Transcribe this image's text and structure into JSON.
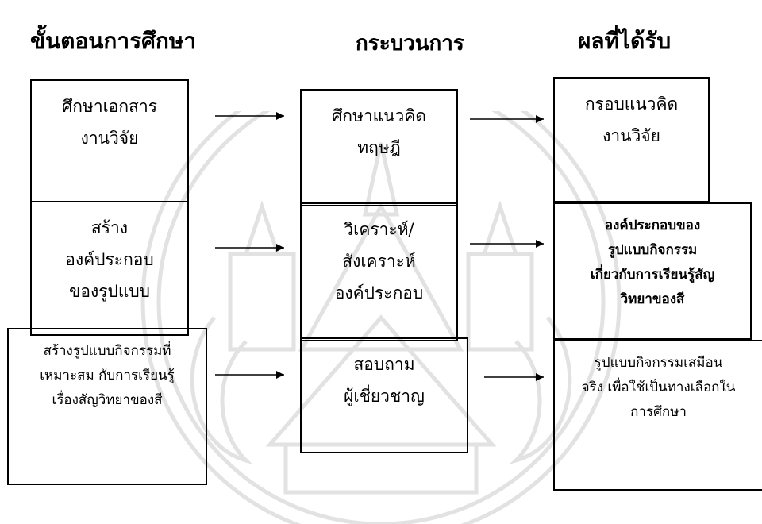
{
  "headers": {
    "steps": "ขั้นตอนการศึกษา",
    "process": "กระบวนการ",
    "results": "ผลที่ได้รับ"
  },
  "steps": [
    {
      "lines": [
        "ศึกษาเอกสาร",
        "งานวิจัย"
      ]
    },
    {
      "lines": [
        "สร้าง",
        "องค์ประกอบ",
        "ของรูปแบบ"
      ]
    },
    {
      "lines": [
        "สร้างรูปแบบกิจกรรมที่",
        "เหมาะสม กับการเรียนรู้",
        "เรื่องสัญวิทยาของสี"
      ]
    }
  ],
  "process": [
    {
      "lines": [
        "ศึกษาแนวคิด",
        "ทฤษฎี"
      ]
    },
    {
      "lines": [
        "วิเคราะห์/",
        "สังเคราะห์",
        "องค์ประกอบ"
      ]
    },
    {
      "lines": [
        "สอบถาม",
        "ผู้เชี่ยวชาญ"
      ]
    }
  ],
  "results": [
    {
      "lines": [
        "กรอบแนวคิด",
        "งานวิจัย"
      ]
    },
    {
      "lines": [
        "องค์ประกอบของ",
        "รูปแบบกิจกรรม",
        "เกี่ยวกับการเรียนรู้สัญ",
        "วิทยาของสี"
      ]
    },
    {
      "lines": [
        "รูปแบบกิจกรรมเสมือน",
        "จริง เพื่อใช้เป็นทางเลือกใน",
        "การศึกษา"
      ]
    }
  ],
  "colors": {
    "line": "#000000",
    "watermark": "#e4e4e4"
  }
}
